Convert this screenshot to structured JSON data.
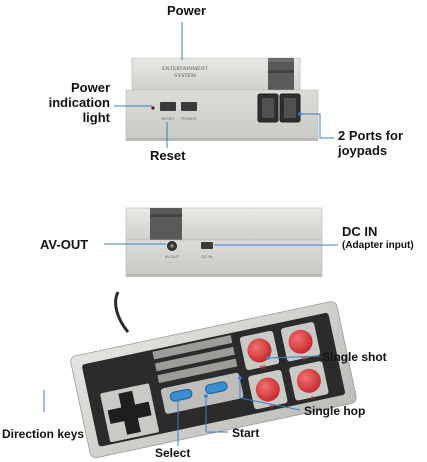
{
  "console_top": {
    "panel_text": [
      "ENTERTAINMENT",
      "SYSTEM"
    ],
    "button_labels": [
      "RESET",
      "POWER"
    ]
  },
  "console_back": {
    "port_labels": [
      "AV OUT",
      "DC IN"
    ]
  },
  "labels": {
    "power": "Power",
    "power_indication": [
      "Power",
      "indication",
      "light"
    ],
    "reset": "Reset",
    "ports": [
      "2 Ports for",
      "joypads"
    ],
    "av_out": "AV-OUT",
    "dc_in": "DC IN",
    "adapter_input": "(Adapter input)",
    "single_shot": "Single shot",
    "single_hop": "Single hop",
    "direction_keys": "Direction keys",
    "select": "Select",
    "start": "Start"
  },
  "controller": {
    "button_letters": [
      "TB",
      "TA",
      "B",
      "A"
    ]
  },
  "colors": {
    "console_gray": "#dcdcd8",
    "console_dark": "#4a4a4a",
    "button_red": "#d8383a",
    "button_blue": "#3a8fd0",
    "pointer_line": "#3a7fc8"
  }
}
